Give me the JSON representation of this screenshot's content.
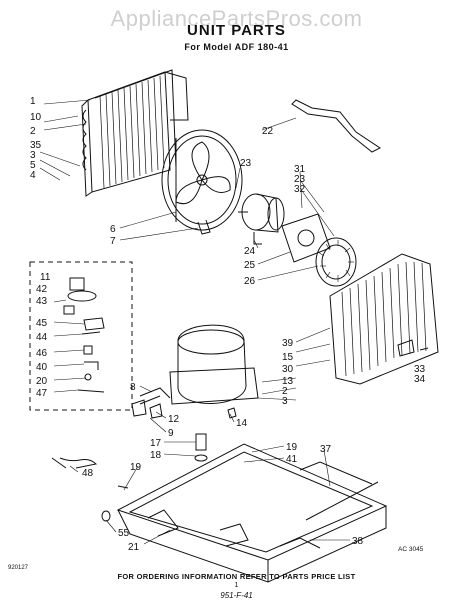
{
  "watermark": "AppliancePartsPros.com",
  "title": "UNIT PARTS",
  "subtitle": "For Model ADF 180-41",
  "footer": "FOR ORDERING INFORMATION REFER TO PARTS PRICE LIST",
  "code_left": "920127",
  "code_right": "AC 3045",
  "page_number": "1",
  "page_code": "951-F-41",
  "callouts": {
    "c1": "1",
    "c10": "10",
    "c2": "2",
    "c35": "35",
    "c3": "3",
    "c5": "5",
    "c4": "4",
    "c22": "22",
    "c23a": "23",
    "c31": "31",
    "c23b": "23",
    "c32": "32",
    "c6": "6",
    "c7": "7",
    "c24": "24",
    "c25": "25",
    "c26": "26",
    "c11": "11",
    "c42": "42",
    "c43": "43",
    "c45": "45",
    "c44": "44",
    "c46": "46",
    "c40": "40",
    "c20": "20",
    "c47": "47",
    "c39": "39",
    "c15": "15",
    "c30": "30",
    "c13": "13",
    "c2b": "2",
    "c3b": "3",
    "c33": "33",
    "c34": "34",
    "c8": "8",
    "c12": "12",
    "c9": "9",
    "c14": "14",
    "c17": "17",
    "c18": "18",
    "c19a": "19",
    "c19b": "19",
    "c41": "41",
    "c37": "37",
    "c48": "48",
    "c55": "55",
    "c21": "21",
    "c38": "38",
    "c1b": "1"
  }
}
